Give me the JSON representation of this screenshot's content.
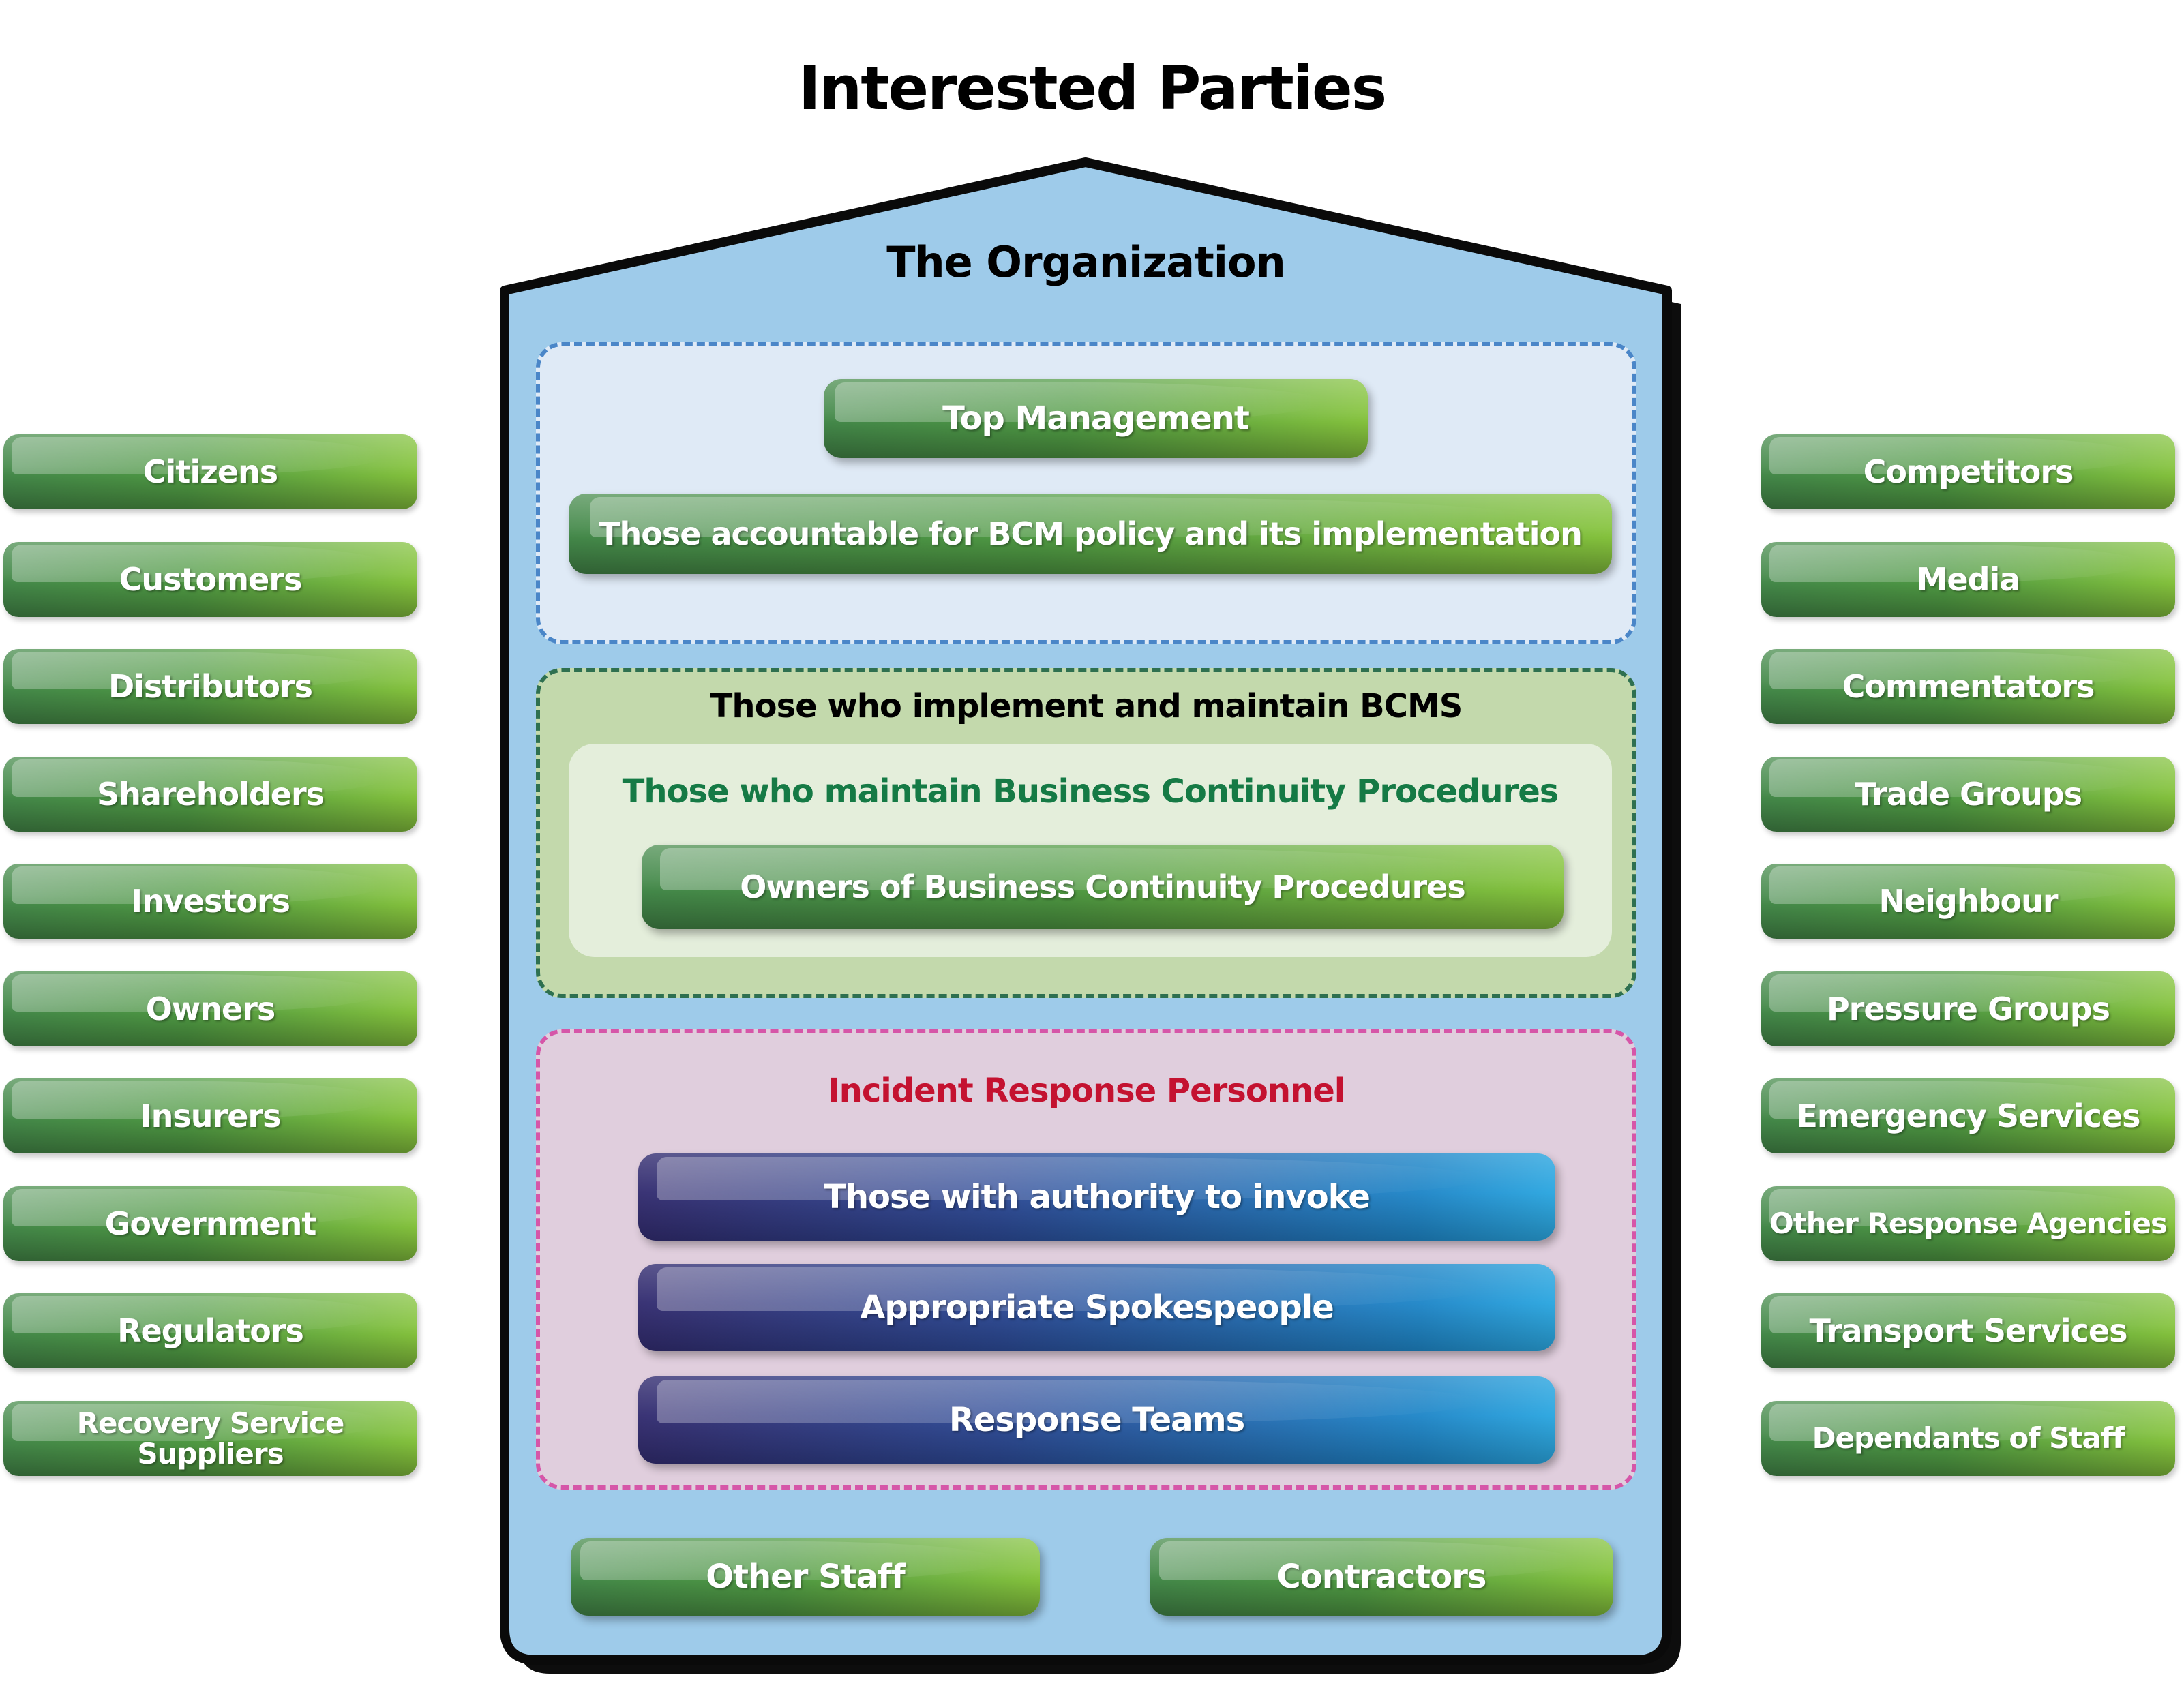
{
  "title": "Interested Parties",
  "organization": {
    "title": "The Organization",
    "top_section": {
      "top_management": "Top Management",
      "accountable": "Those accountable for BCM policy and its implementation"
    },
    "bcms_section": {
      "title": "Those who implement and maintain BCMS",
      "inner_title": "Those who maintain Business Continuity Procedures",
      "owners": "Owners of Business Continuity Procedures"
    },
    "incident_section": {
      "title": "Incident Response Personnel",
      "buttons": [
        "Those with authority to invoke",
        "Appropriate Spokespeople",
        "Response Teams"
      ]
    },
    "other_staff": "Other Staff",
    "contractors": "Contractors"
  },
  "left_column": [
    "Citizens",
    "Customers",
    "Distributors",
    "Shareholders",
    "Investors",
    "Owners",
    "Insurers",
    "Government",
    "Regulators",
    "Recovery Service Suppliers"
  ],
  "right_column": [
    "Competitors",
    "Media",
    "Commentators",
    "Trade Groups",
    "Neighbour",
    "Pressure Groups",
    "Emergency Services",
    "Other Response Agencies",
    "Transport Services",
    "Dependants of Staff"
  ],
  "palette": {
    "org_fill": "#9ecbea",
    "org_border": "#0a0a0a",
    "blue_section_fill": "#dfeaf6",
    "blue_dash": "#4a86c8",
    "green_section_fill": "#c3d9ac",
    "green_dash": "#2e7050",
    "inner_green_fill": "#e4eedb",
    "inner_green_title": "#157a45",
    "pink_section_fill": "#e0cedd",
    "pink_dash": "#d656a8",
    "incident_title": "#c41230",
    "green_button_dark": "#44894a",
    "green_button_light": "#86c43d",
    "blue_button_dark": "#322b6f",
    "blue_button_light": "#2aa7e1",
    "button_text": "#ffffff"
  }
}
